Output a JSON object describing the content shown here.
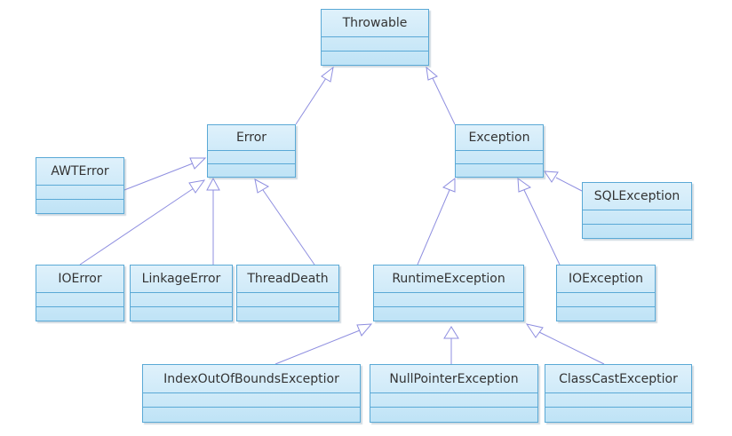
{
  "classes": {
    "throwable": "Throwable",
    "error": "Error",
    "exception": "Exception",
    "awterror": "AWTError",
    "sqlexception": "SQLException",
    "ioerror": "IOError",
    "linkageerror": "LinkageError",
    "threaddeath": "ThreadDeath",
    "runtimeexception": "RuntimeException",
    "ioexception": "IOException",
    "indexoutofbounds": "IndexOutOfBoundsExceptior",
    "nullpointer": "NullPointerException",
    "classcast": "ClassCastExceptior"
  },
  "colors": {
    "box_border": "#5aa9d6",
    "box_fill": "#cfeaf8",
    "edge": "#8f8fe0"
  },
  "relations": [
    {
      "child": "error",
      "parent": "throwable"
    },
    {
      "child": "exception",
      "parent": "throwable"
    },
    {
      "child": "awterror",
      "parent": "error"
    },
    {
      "child": "ioerror",
      "parent": "error"
    },
    {
      "child": "linkageerror",
      "parent": "error"
    },
    {
      "child": "threaddeath",
      "parent": "error"
    },
    {
      "child": "runtimeexception",
      "parent": "exception"
    },
    {
      "child": "ioexception",
      "parent": "exception"
    },
    {
      "child": "sqlexception",
      "parent": "exception"
    },
    {
      "child": "indexoutofbounds",
      "parent": "runtimeexception"
    },
    {
      "child": "nullpointer",
      "parent": "runtimeexception"
    },
    {
      "child": "classcast",
      "parent": "runtimeexception"
    }
  ]
}
